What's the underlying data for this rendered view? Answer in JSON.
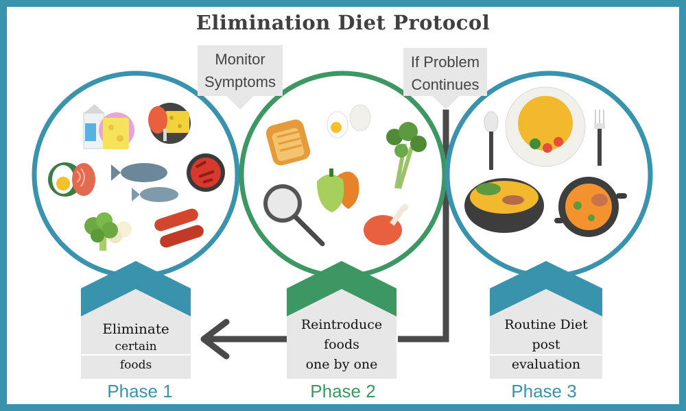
{
  "title": "Elimination Diet Protocol",
  "colors": {
    "teal": "#3a93ad",
    "green": "#3d9762",
    "dark": "#4a4a4a",
    "box": "#e7e7e7"
  },
  "callouts": {
    "monitor": [
      "Monitor",
      "Symptoms"
    ],
    "problem": [
      "If Problem",
      "Continues"
    ]
  },
  "phases": [
    {
      "label": "Phase 1",
      "lines": [
        "Eliminate",
        "certain",
        "foods"
      ]
    },
    {
      "label": "Phase 2",
      "lines": [
        "Reintroduce",
        "foods",
        "one by one"
      ]
    },
    {
      "label": "Phase 3",
      "lines": [
        "Routine Diet",
        "post",
        "evaluation"
      ]
    }
  ],
  "icons": {
    "phase1": [
      "milk-carton-icon",
      "cheese-icon",
      "chicken-leg-icon",
      "egg-icon",
      "salmon-steak-icon",
      "fish-icon",
      "chili-pepper-icon",
      "broccoli-icon",
      "sausage-icon"
    ],
    "phase2": [
      "toast-icon",
      "egg-icon",
      "herb-icon",
      "bell-pepper-icon",
      "rice-pan-icon",
      "chicken-leg-icon"
    ],
    "phase3": [
      "spoon-icon",
      "curry-plate-icon",
      "fork-icon",
      "soup-pot-icon",
      "stew-pot-icon"
    ]
  }
}
